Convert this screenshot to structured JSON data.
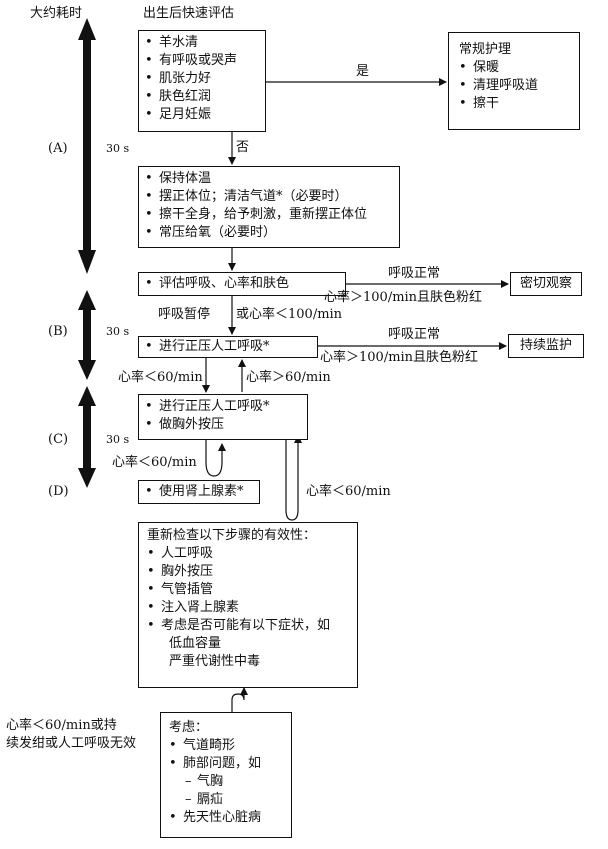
{
  "timeline": {
    "header": "大约耗时",
    "phases": [
      {
        "label": "(A)",
        "duration": "30 s"
      },
      {
        "label": "(B)",
        "duration": "30 s"
      },
      {
        "label": "(C)",
        "duration": "30 s"
      },
      {
        "label": "(D)",
        "duration": ""
      }
    ]
  },
  "assess": {
    "title": "出生后快速评估",
    "items": [
      "羊水清",
      "有呼吸或哭声",
      "肌张力好",
      "肤色红润",
      "足月妊娠"
    ]
  },
  "routine": {
    "title": "常规护理",
    "items": [
      "保暖",
      "清理呼吸道",
      "擦干"
    ]
  },
  "initial_steps": {
    "items": [
      "保持体温",
      "摆正体位；清洁气道*（必要时）",
      "擦干全身，给予刺激，重新摆正体位",
      "常压给氧（必要时）"
    ]
  },
  "evaluate": {
    "item": "评估呼吸、心率和肤色"
  },
  "observe": {
    "label": "密切观察"
  },
  "ppv": {
    "item": "进行正压人工呼吸*"
  },
  "monitor": {
    "label": "持续监护"
  },
  "ppv_cpr": {
    "items": [
      "进行正压人工呼吸*",
      "做胸外按压"
    ]
  },
  "epinephrine": {
    "item": "使用肾上腺素*"
  },
  "recheck": {
    "title": "重新检查以下步骤的有效性：",
    "items": [
      "人工呼吸",
      "胸外按压",
      "气管插管",
      "注入肾上腺素",
      "考虑是否可能有以下症状，如"
    ],
    "sub_items": [
      "低血容量",
      "严重代谢性中毒"
    ]
  },
  "consider": {
    "title": "考虑：",
    "items": [
      "气道畸形",
      "肺部问题，如"
    ],
    "sub_items": [
      "气胸",
      "膈疝"
    ],
    "last_item": "先天性心脏病"
  },
  "edges": {
    "yes": "是",
    "no": "否",
    "breathing_normal_1": "呼吸正常",
    "hr_over_100_1": "心率＞100/min且肤色粉红",
    "apnea": "呼吸暂停",
    "or_hr_under_100": "或心率＜100/min",
    "breathing_normal_2": "呼吸正常",
    "hr_over_100_2": "心率＞100/min且肤色粉红",
    "hr_under_60_a": "心率＜60/min",
    "hr_over_60": "心率＞60/min",
    "hr_under_60_b": "心率＜60/min",
    "hr_under_60_c": "心率＜60/min",
    "persistent_line1": "心率＜60/min或持",
    "persistent_line2": "续发绀或人工呼吸无效"
  }
}
